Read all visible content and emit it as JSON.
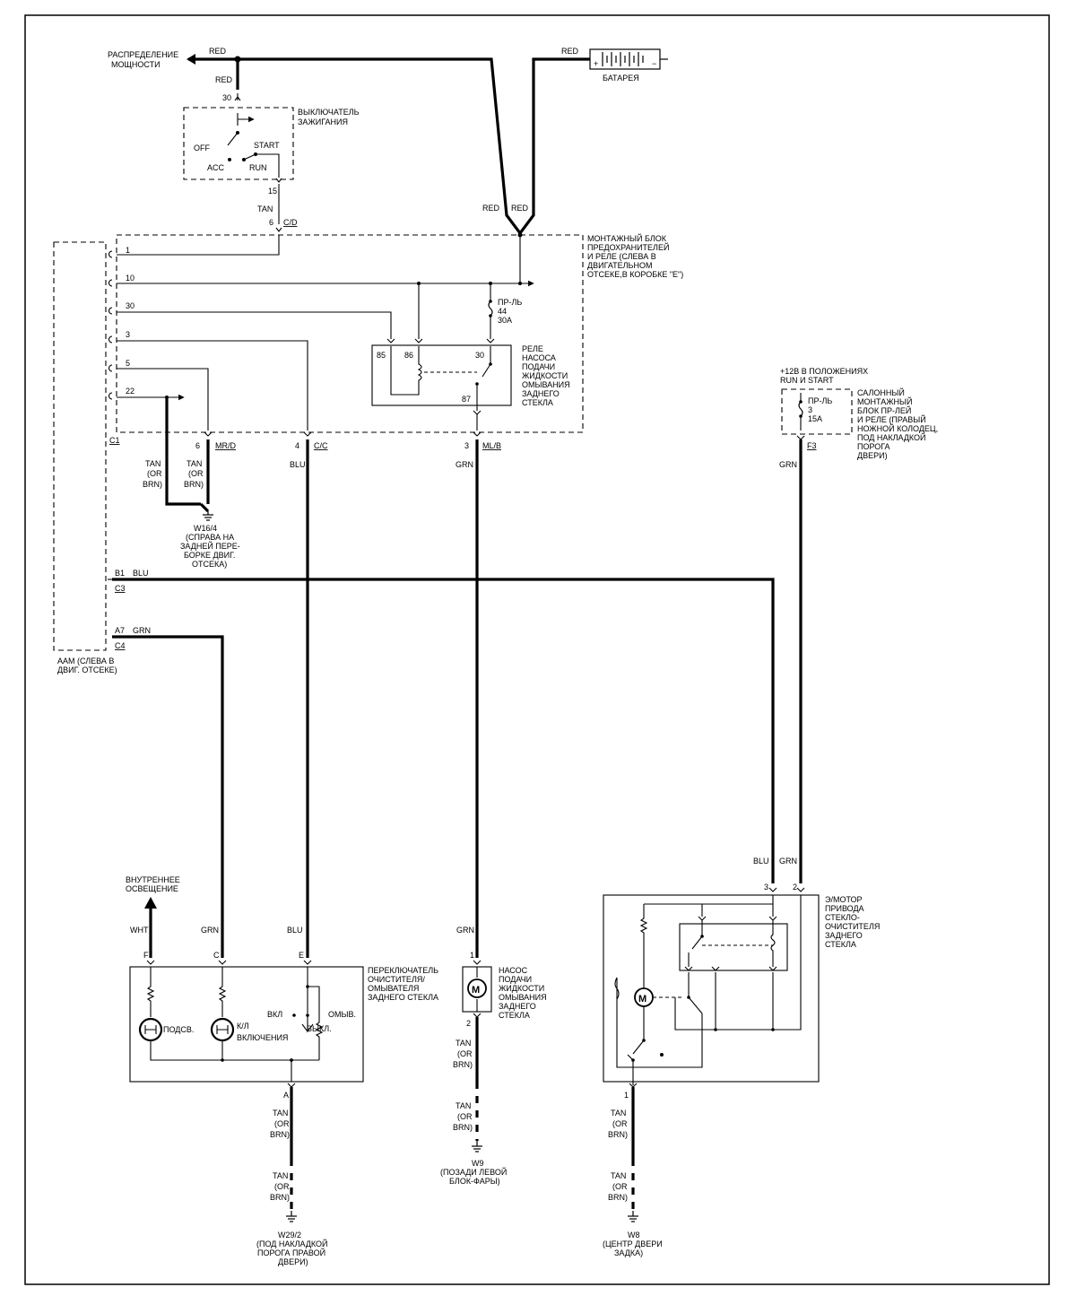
{
  "labels": {
    "power_dist": [
      "РАСПРЕДЕЛЕНИЕ",
      "МОЩНОСТИ"
    ],
    "battery": "БАТАРЕЯ",
    "red": "RED",
    "tan": "TAN",
    "blu": "BLU",
    "grn": "GRN",
    "wht": "WHT",
    "or": "(OR",
    "brn": "BRN)",
    "ignition": [
      "ВЫКЛЮЧАТЕЛЬ",
      "ЗАЖИГАНИЯ"
    ],
    "off": "OFF",
    "acc": "ACC",
    "run": "RUN",
    "start": "START",
    "pin30": "30",
    "pin15": "15",
    "c_d": "C/D",
    "pin6": "6",
    "fuse_block": [
      "МОНТАЖНЫЙ БЛОК",
      "ПРЕДОХРАНИТЕЛЕЙ",
      "И  РЕЛЕ (СЛЕВА В",
      "ДВИГАТЕЛЬНОМ",
      "ОТСЕКЕ,В КОРОБКЕ \"E\")"
    ],
    "fuse44": [
      "ПР-ЛЬ",
      "44",
      "30А"
    ],
    "relay_pump": [
      "РЕЛЕ",
      "НАСОСА",
      "ПОДАЧИ",
      "ЖИДКОСТИ",
      "ОМЫВАНИЯ",
      "ЗАДНЕГО",
      "СТЕКЛА"
    ],
    "relay_pins": [
      "85",
      "86",
      "30",
      "87"
    ],
    "left_pins": [
      "1",
      "10",
      "30",
      "3",
      "5",
      "22"
    ],
    "c1": "C1",
    "pin6b": "6",
    "mr_d": "MR/D",
    "pin4": "4",
    "c_c": "C/C",
    "pin3": "3",
    "ml_b": "ML/B",
    "ground_w16": [
      "W16/4",
      "(СПРАВА НА",
      "ЗАДНЕЙ ПЕРЕ-",
      "БОРКЕ ДВИГ.",
      "ОТСЕКА)"
    ],
    "plus12": [
      "+12В В ПОЛОЖЕНИЯХ",
      "RUN И  START"
    ],
    "fuse3": [
      "ПР-ЛЬ",
      "3",
      "15А"
    ],
    "salon_block": [
      "САЛОННЫЙ",
      "МОНТАЖНЫЙ",
      "БЛОК ПР-ЛЕЙ",
      "И  РЕЛЕ (ПРАВЫЙ",
      "НОЖНОЙ КОЛОДЕЦ,",
      "ПОД НАКЛАДКОЙ",
      "ПОРОГА",
      "ДВЕРИ)"
    ],
    "f3": "F3",
    "b1": "B1",
    "c3": "C3",
    "a7": "A7",
    "c4": "C4",
    "aam": [
      "ААМ (СЛЕВА В",
      "ДВИГ. ОТСЕКЕ)"
    ],
    "interior_light": [
      "ВНУТРЕННЕЕ",
      "ОСВЕЩЕНИЕ"
    ],
    "pin_f": "F",
    "pin_c": "C",
    "pin_e": "E",
    "pin_a": "A",
    "wiper_switch": [
      "ПЕРЕКЛЮЧАТЕЛЬ",
      "ОЧИСТИТЕЛЯ/",
      "ОМЫВАТЕЛЯ",
      "ЗАДНЕГО СТЕКЛА"
    ],
    "backlight": "ПОДСВ.",
    "indicator": [
      "К/Л",
      "ВКЛЮЧЕНИЯ"
    ],
    "vkl": "ВКЛ",
    "vykl": "ВЫКЛ.",
    "omyv": "ОМЫВ.",
    "pump": [
      "НАСОС",
      "ПОДАЧИ",
      "ЖИДКОСТИ",
      "ОМЫВАНИЯ",
      "ЗАДНЕГО",
      "СТЕКЛА"
    ],
    "pump_pin1": "1",
    "pump_pin2": "2",
    "motor_m": "M",
    "wiper_motor": [
      "Э/МОТОР",
      "ПРИВОДА",
      "СТЕКЛО-",
      "ОЧИСТИТЕЛЯ",
      "ЗАДНЕГО",
      "СТЕКЛА"
    ],
    "wm_pin3": "3",
    "wm_pin2": "2",
    "wm_pin1": "1",
    "ground_w29": [
      "W29/2",
      "(ПОД НАКЛАДКОЙ",
      "ПОРОГА ПРАВОЙ",
      "ДВЕРИ)"
    ],
    "ground_w9": [
      "W9",
      "(ПОЗАДИ  ЛЕВОЙ",
      "БЛОК-ФАРЫ)"
    ],
    "ground_w8": [
      "W8",
      "(ЦЕНТР ДВЕРИ",
      "ЗАДКА)"
    ]
  }
}
